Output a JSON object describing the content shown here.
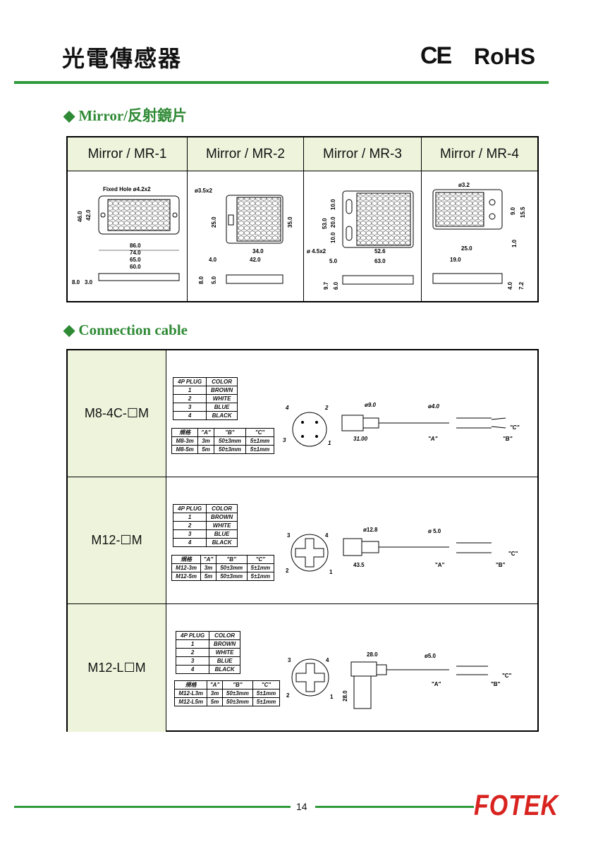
{
  "header": {
    "title": "光電傳感器",
    "ce": "CE",
    "rohs": "RoHS"
  },
  "sections": {
    "mirror": "◆ Mirror/反射鏡片",
    "cable": "◆ Connection cable"
  },
  "mirrors": [
    {
      "label": "Mirror / MR-1",
      "dims": [
        "Fixed Hole  ø4.2x2",
        "46.0",
        "42.0",
        "86.0",
        "74.0",
        "65.0",
        "60.0",
        "8.0",
        "3.0"
      ]
    },
    {
      "label": "Mirror / MR-2",
      "dims": [
        "ø3.5x2",
        "25.0",
        "35.0",
        "34.0",
        "42.0",
        "4.0",
        "8.0",
        "5.0"
      ]
    },
    {
      "label": "Mirror / MR-3",
      "dims": [
        "53.0",
        "10.0",
        "20.0",
        "10.0",
        "ø 4.5x2",
        "52.6",
        "5.0",
        "63.0",
        "9.7",
        "6.0"
      ]
    },
    {
      "label": "Mirror / MR-4",
      "dims": [
        "ø3.2",
        "9.0",
        "15.5",
        "1.0",
        "25.0",
        "19.0",
        "4.0",
        "7.2"
      ]
    }
  ],
  "cables": [
    {
      "label": "M8-4C-☐M",
      "pins": {
        "head": [
          "4P PLUG",
          "COLOR"
        ],
        "rows": [
          [
            "1",
            "BROWN"
          ],
          [
            "2",
            "WHITE"
          ],
          [
            "3",
            "BLUE"
          ],
          [
            "4",
            "BLACK"
          ]
        ]
      },
      "spec": {
        "head": [
          "規格",
          "\"A\"",
          "\"B\"",
          "\"C\""
        ],
        "rows": [
          [
            "M8-3m",
            "3m",
            "50±3mm",
            "5±1mm"
          ],
          [
            "M8-5m",
            "5m",
            "50±3mm",
            "5±1mm"
          ]
        ]
      },
      "pin_nums": [
        "4",
        "2",
        "3",
        "1"
      ],
      "dims": [
        "ø9.0",
        "ø4.0",
        "31.00",
        "\"A\"",
        "\"B\"",
        "\"C\""
      ]
    },
    {
      "label": "M12-☐M",
      "pins": {
        "head": [
          "4P PLUG",
          "COLOR"
        ],
        "rows": [
          [
            "1",
            "BROWN"
          ],
          [
            "2",
            "WHITE"
          ],
          [
            "3",
            "BLUE"
          ],
          [
            "4",
            "BLACK"
          ]
        ]
      },
      "spec": {
        "head": [
          "規格",
          "\"A\"",
          "\"B\"",
          "\"C\""
        ],
        "rows": [
          [
            "M12-3m",
            "3m",
            "50±3mm",
            "5±1mm"
          ],
          [
            "M12-5m",
            "5m",
            "50±3mm",
            "5±1mm"
          ]
        ]
      },
      "pin_nums": [
        "3",
        "4",
        "2",
        "1"
      ],
      "dims": [
        "ø12.8",
        "ø 5.0",
        "43.5",
        "\"A\"",
        "\"B\"",
        "\"C\""
      ]
    },
    {
      "label": "M12-L☐M",
      "pins": {
        "head": [
          "4P PLUG",
          "COLOR"
        ],
        "rows": [
          [
            "1",
            "BROWN"
          ],
          [
            "2",
            "WHITE"
          ],
          [
            "3",
            "BLUE"
          ],
          [
            "4",
            "BLACK"
          ]
        ]
      },
      "spec": {
        "head": [
          "規格",
          "\"A\"",
          "\"B\"",
          "\"C\""
        ],
        "rows": [
          [
            "M12-L3m",
            "3m",
            "50±3mm",
            "5±1mm"
          ],
          [
            "M12-L5m",
            "5m",
            "50±3mm",
            "5±1mm"
          ]
        ]
      },
      "pin_nums": [
        "3",
        "4",
        "2",
        "1"
      ],
      "dims": [
        "28.0",
        "ø5.0",
        "28.0",
        "\"A\"",
        "\"B\"",
        "\"C\""
      ]
    }
  ],
  "footer": {
    "page": "14",
    "brand": "FOTEK"
  }
}
